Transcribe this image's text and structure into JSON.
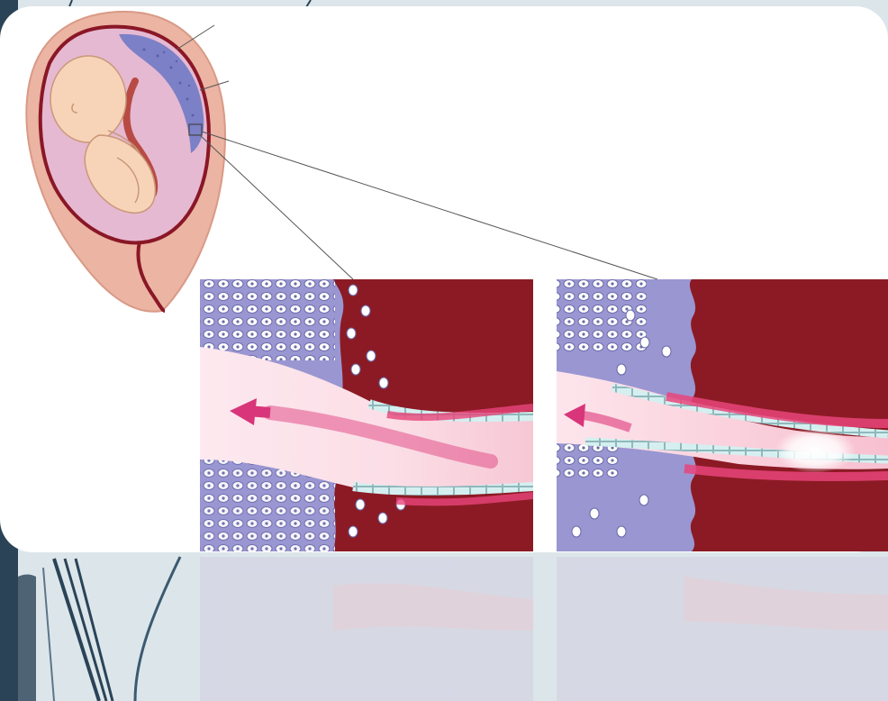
{
  "slide": {
    "background_color": "#dce6ea",
    "left_bar_color": "#2a4357",
    "card_color": "#ffffff"
  },
  "figure": {
    "labels": [],
    "colors": {
      "uterus_wall": "#ebb4a3",
      "uterus_outline": "#8a1726",
      "amniotic_fluid": "#e6b9d2",
      "placenta": "#7c80c6",
      "fetus_skin": "#f7d4b8",
      "umbilical_cord": "#b84a44",
      "decidua": "#9a96d2",
      "maternal_blood": "#8b1a24",
      "spiral_artery": "#f7d0dc",
      "endothelium": "#d5eff0",
      "flow_arrow": "#d8357a",
      "trophoblast_cell": "#ffffff"
    },
    "panels": [
      {
        "id": "left",
        "description_icon": "remodeled-spiral-artery"
      },
      {
        "id": "right",
        "description_icon": "unremodeled-spiral-artery"
      }
    ]
  }
}
